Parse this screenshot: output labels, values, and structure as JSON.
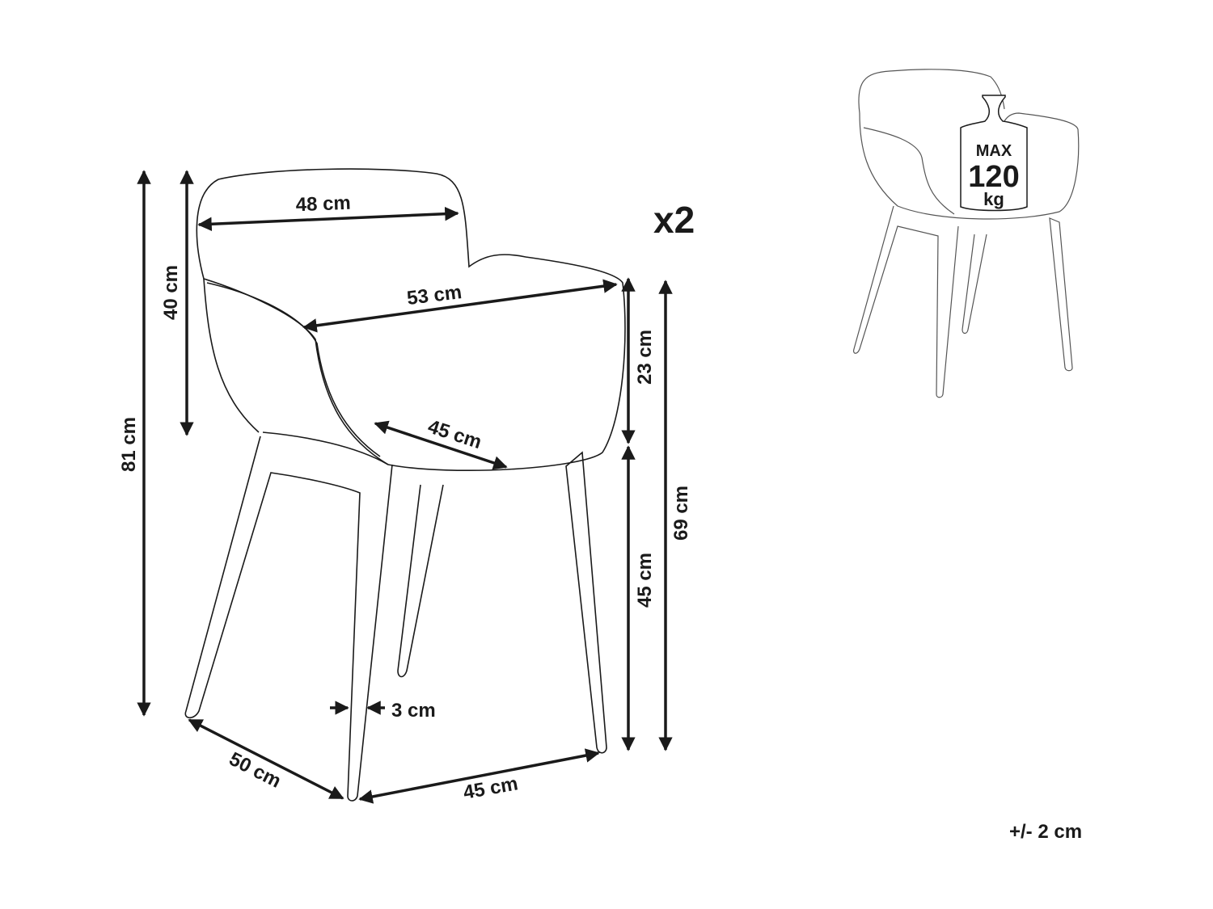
{
  "dimensions": {
    "total_height": "81 cm",
    "backrest_height": "40 cm",
    "backrest_width": "48 cm",
    "total_width": "53 cm",
    "seat_depth": "45 cm",
    "armrest_height": "23 cm",
    "armrest_floor_height": "69 cm",
    "seat_height": "45 cm",
    "leg_thickness": "3 cm",
    "base_depth": "50 cm",
    "base_width": "45 cm"
  },
  "quantity": "x2",
  "tolerance": "+/- 2 cm",
  "load_badge": {
    "line1": "MAX",
    "line2": "120",
    "line3": "kg"
  }
}
